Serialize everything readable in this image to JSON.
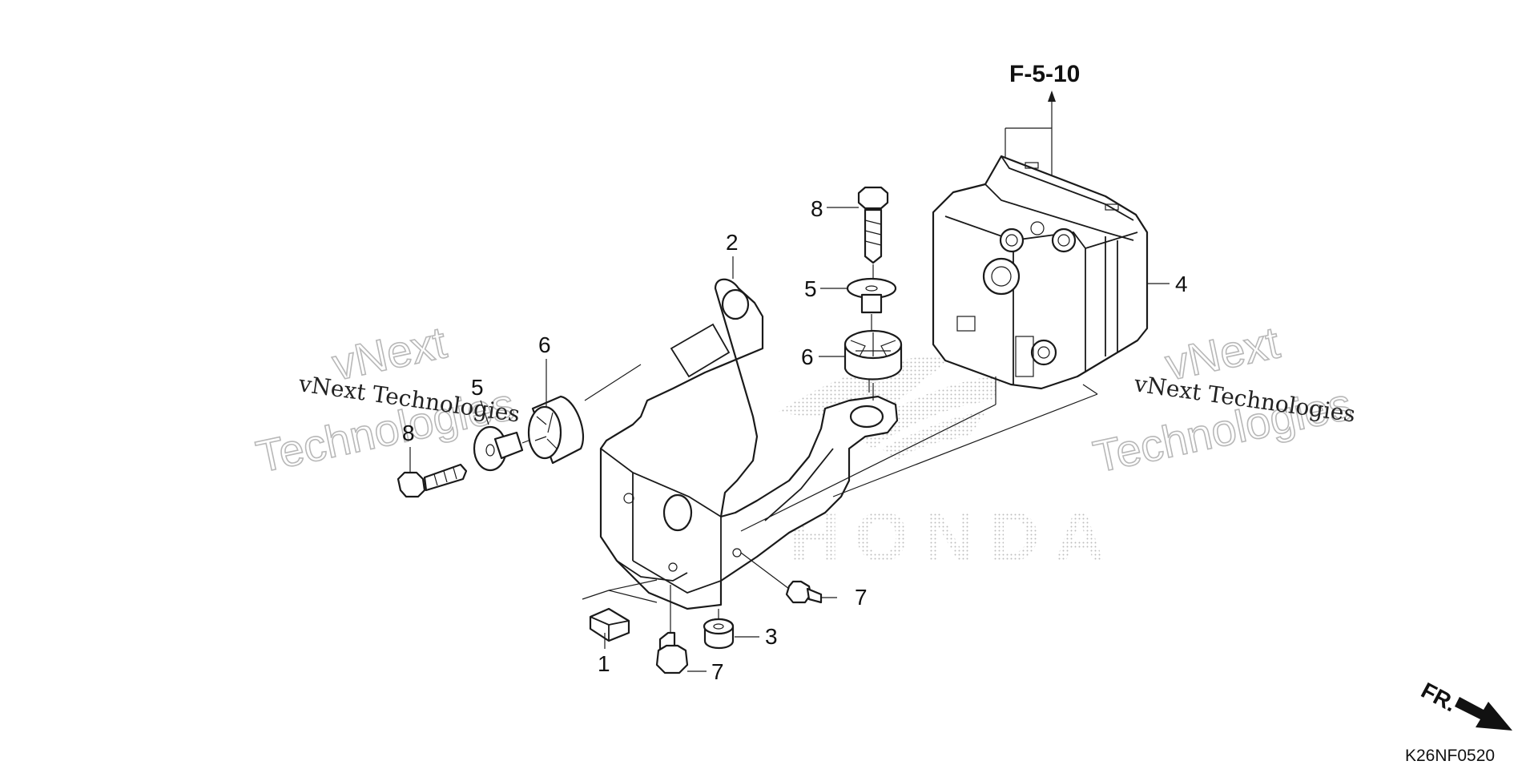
{
  "diagram": {
    "reference_label": "F-5-10",
    "drawing_code": "K26NF0520",
    "direction_label": "FR.",
    "brand_logo_text": "HONDA",
    "watermark": {
      "script_text": "vNext Technologies",
      "outline_top": "vNext",
      "outline_bottom": "Technologies"
    },
    "callouts": [
      {
        "id": "c1",
        "text": "1"
      },
      {
        "id": "c2",
        "text": "2"
      },
      {
        "id": "c3",
        "text": "3"
      },
      {
        "id": "c4",
        "text": "4"
      },
      {
        "id": "c5a",
        "text": "5"
      },
      {
        "id": "c5b",
        "text": "5"
      },
      {
        "id": "c6a",
        "text": "6"
      },
      {
        "id": "c6b",
        "text": "6"
      },
      {
        "id": "c7a",
        "text": "7"
      },
      {
        "id": "c7b",
        "text": "7"
      },
      {
        "id": "c8a",
        "text": "8"
      },
      {
        "id": "c8b",
        "text": "8"
      }
    ]
  }
}
